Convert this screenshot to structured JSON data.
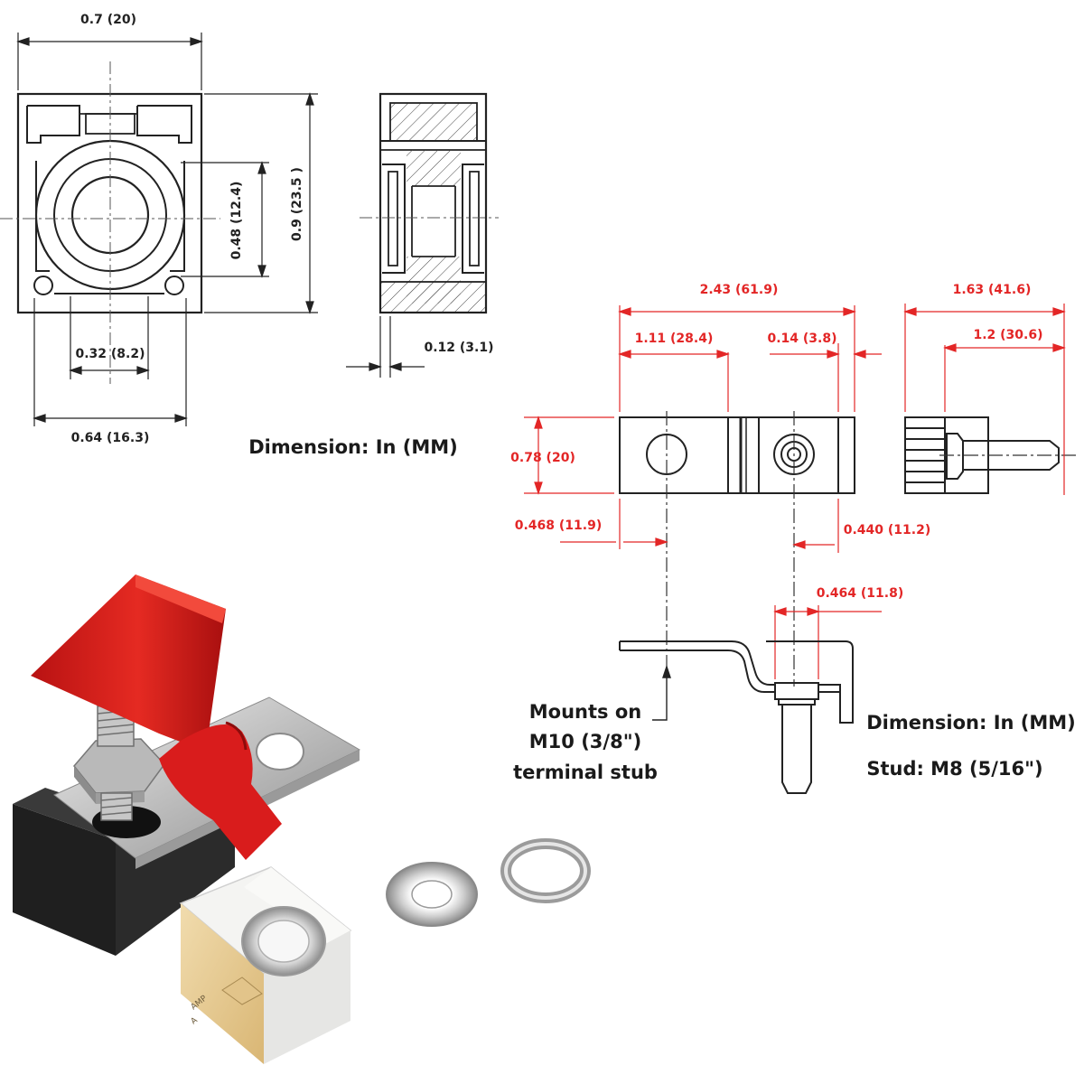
{
  "fuse_holder_drawing": {
    "width_overall": "0.7 (20)",
    "height_overall": "0.9 (23.5 )",
    "bore_height": "0.48 (12.4)",
    "hole_spacing": "0.32 (8.2)",
    "base_width": "0.64 (16.3)",
    "thickness": "0.12 (3.1)",
    "units_caption": "Dimension:  In (MM)"
  },
  "fuse_drawing": {
    "overall_length": "2.43 (61.9)",
    "section_length": "1.11 (28.4)",
    "gap": "0.14 (3.8)",
    "height": "0.78 (20)",
    "left_hole_offset": "0.468 (11.9)",
    "right_stud_offset": "0.440 (11.2)",
    "side_length": "1.63 (41.6)",
    "stud_length": "1.2 (30.6)",
    "stud_nut_width": "0.464 (11.8)",
    "mount_note_line1": "Mounts on",
    "mount_note_line2": "M10 (3/8\")",
    "mount_note_line3": "terminal stub",
    "units_caption": "Dimension:  In (MM)",
    "stud_caption": "Stud: M8 (5/16\")"
  },
  "product_photo": {
    "label_line1": "AMP",
    "label_line2": "A"
  },
  "colors": {
    "drawing_line": "#222222",
    "dimension_red": "#e32626",
    "cover_red": "#d91c1c",
    "block_black": "#1c1c1c",
    "steel": "#c9c9c9",
    "ceramic": "#f2f2f0",
    "fuse_label": "#e8c98f"
  }
}
